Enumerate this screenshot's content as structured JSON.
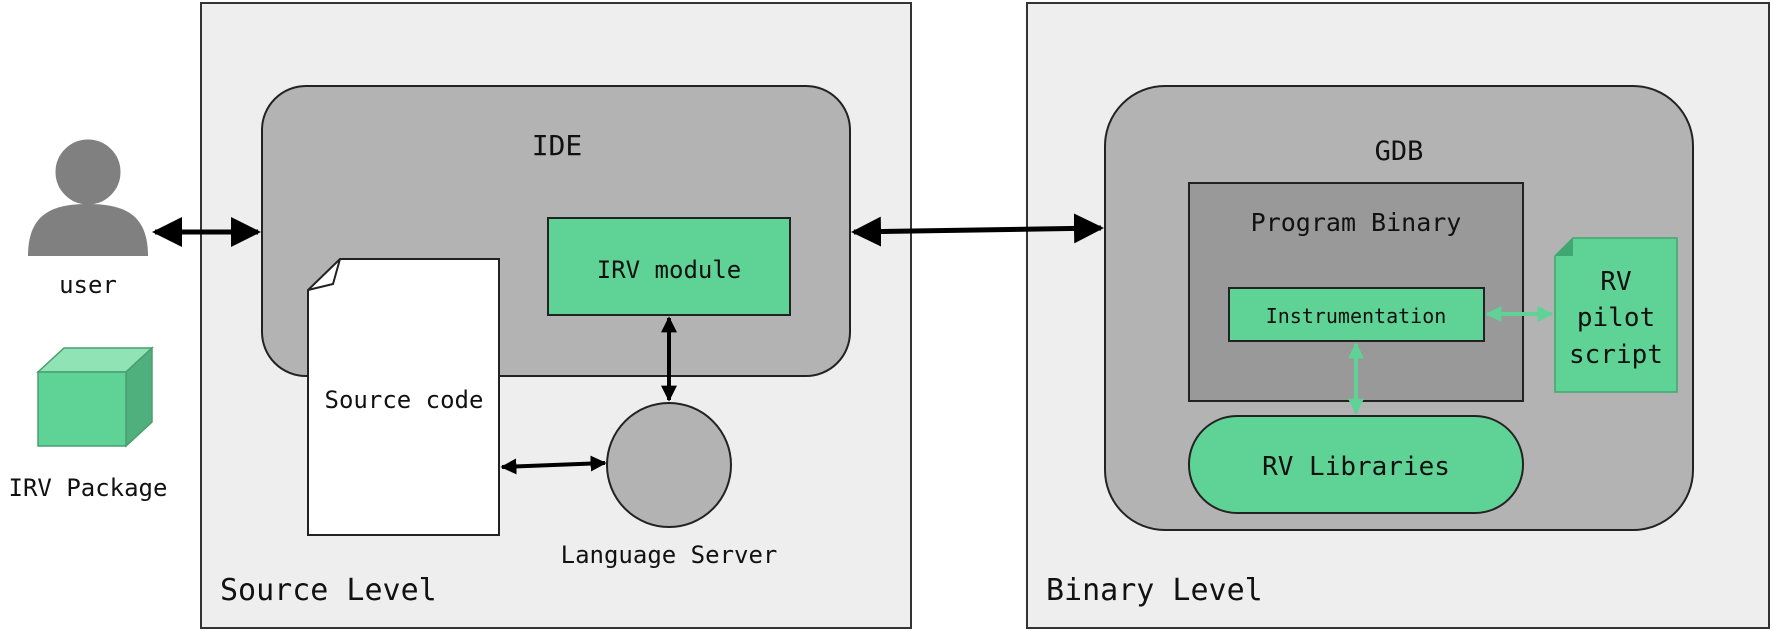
{
  "user": {
    "label": "user"
  },
  "irv_package": {
    "label": "IRV Package"
  },
  "source_level": {
    "label": "Source Level",
    "ide": {
      "label": "IDE"
    },
    "irv_module": {
      "label": "IRV module"
    },
    "source_code": {
      "label": "Source code"
    },
    "language_server": {
      "label": "Language Server"
    }
  },
  "binary_level": {
    "label": "Binary Level",
    "gdb": {
      "label": "GDB"
    },
    "program_binary": {
      "label": "Program Binary"
    },
    "instrumentation": {
      "label": "Instrumentation"
    },
    "rv_libraries": {
      "label": "RV Libraries"
    },
    "rv_pilot_script": {
      "lines": [
        "RV",
        "pilot",
        "script"
      ]
    }
  },
  "colors": {
    "panel": "#eeeeee",
    "container": "#b3b3b3",
    "binary_box": "#999999",
    "accent_green": "#5fd295",
    "person": "#808080",
    "arrow_black": "#000000"
  }
}
